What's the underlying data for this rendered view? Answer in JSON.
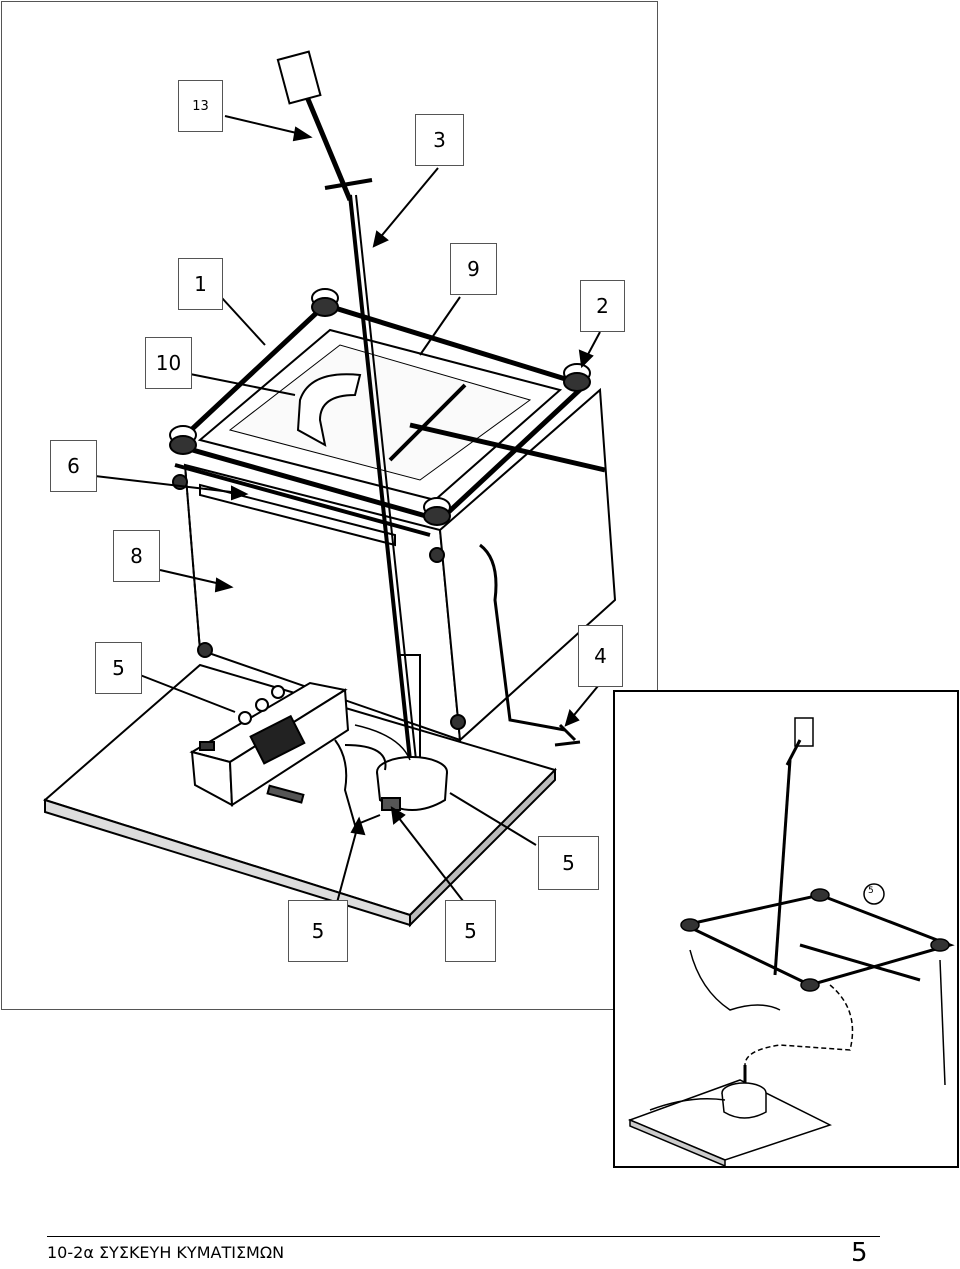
{
  "figure": {
    "callouts": [
      {
        "id": "13",
        "text": "13"
      },
      {
        "id": "3",
        "text": "3"
      },
      {
        "id": "1",
        "text": "1"
      },
      {
        "id": "9",
        "text": "9"
      },
      {
        "id": "2",
        "text": "2"
      },
      {
        "id": "10",
        "text": "10"
      },
      {
        "id": "6",
        "text": "6"
      },
      {
        "id": "8",
        "text": "8"
      },
      {
        "id": "5a",
        "text": "5"
      },
      {
        "id": "4",
        "text": "4"
      },
      {
        "id": "5b",
        "text": "5"
      },
      {
        "id": "5c",
        "text": "5"
      },
      {
        "id": "5d",
        "text": "5"
      }
    ],
    "inset_callout": "5"
  },
  "footer": {
    "caption": "10-2α ΣΥΣΚΕΥΗ ΚΥΜΑΤΙΣΜΩΝ",
    "page_number": "5"
  }
}
